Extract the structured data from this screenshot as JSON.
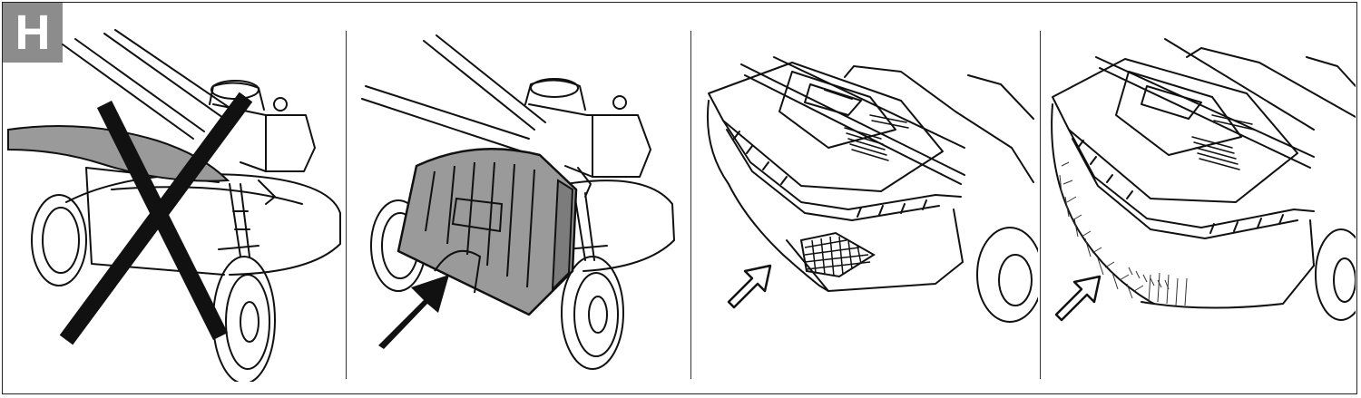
{
  "section": {
    "letter": "H",
    "tab_color": "#8c8c8c"
  },
  "panels": [
    {
      "id": 1,
      "icon": "cross-mark-icon",
      "depicts": "deflector-removed-not-allowed"
    },
    {
      "id": 2,
      "icon": "solid-arrow-icon",
      "depicts": "mulching-plug-inserted"
    },
    {
      "id": 3,
      "icon": "outline-arrow-icon",
      "depicts": "grass-bag-mesh-side"
    },
    {
      "id": 4,
      "icon": "outline-arrow-icon",
      "depicts": "grass-bag-full"
    }
  ],
  "colors": {
    "line": "#111111",
    "fill_gray": "#9a9a9a",
    "cross": "#111111"
  }
}
